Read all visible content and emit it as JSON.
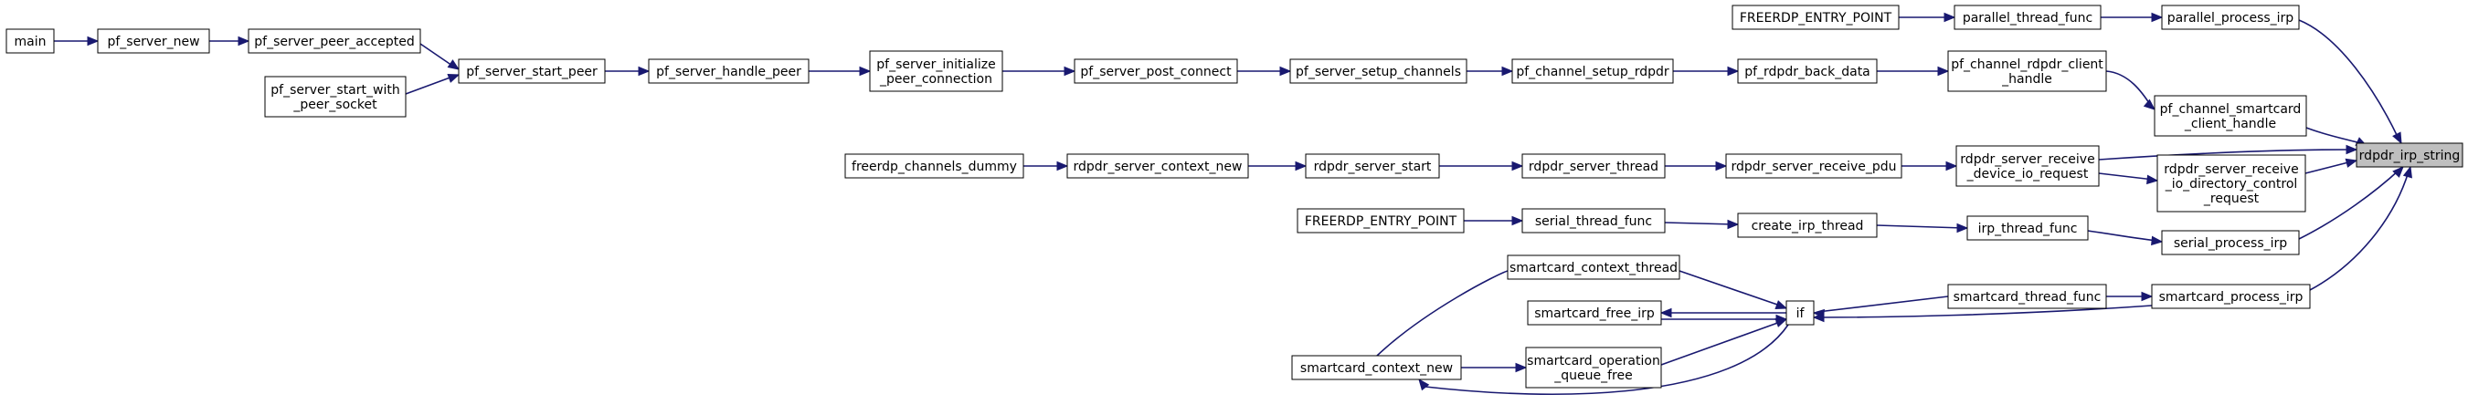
{
  "colors": {
    "edge": "#191970",
    "node_border": "#000000",
    "node_fill": "#ffffff",
    "highlight_fill": "#bfbfbf"
  },
  "nodes": {
    "main": [
      "main"
    ],
    "pf_server_new": [
      "pf_server_new"
    ],
    "pf_server_peer_accepted": [
      "pf_server_peer_accepted"
    ],
    "pf_server_start_with_peer_socket": [
      "pf_server_start_with",
      "_peer_socket"
    ],
    "pf_server_start_peer": [
      "pf_server_start_peer"
    ],
    "pf_server_handle_peer": [
      "pf_server_handle_peer"
    ],
    "pf_server_initialize_peer_connection": [
      "pf_server_initialize",
      "_peer_connection"
    ],
    "pf_server_post_connect": [
      "pf_server_post_connect"
    ],
    "pf_server_setup_channels": [
      "pf_server_setup_channels"
    ],
    "pf_channel_setup_rdpdr": [
      "pf_channel_setup_rdpdr"
    ],
    "pf_rdpdr_back_data": [
      "pf_rdpdr_back_data"
    ],
    "pf_channel_rdpdr_client_handle": [
      "pf_channel_rdpdr_client",
      "_handle"
    ],
    "pf_channel_smartcard_client_handle": [
      "pf_channel_smartcard",
      "_client_handle"
    ],
    "freerdp_entry_point_1": [
      "FREERDP_ENTRY_POINT"
    ],
    "parallel_thread_func": [
      "parallel_thread_func"
    ],
    "parallel_process_irp": [
      "parallel_process_irp"
    ],
    "rdpdr_irp_string": [
      "rdpdr_irp_string"
    ],
    "freerdp_channels_dummy": [
      "freerdp_channels_dummy"
    ],
    "rdpdr_server_context_new": [
      "rdpdr_server_context_new"
    ],
    "rdpdr_server_start": [
      "rdpdr_server_start"
    ],
    "rdpdr_server_thread": [
      "rdpdr_server_thread"
    ],
    "rdpdr_server_receive_pdu": [
      "rdpdr_server_receive_pdu"
    ],
    "rdpdr_server_receive_device_io_request": [
      "rdpdr_server_receive",
      "_device_io_request"
    ],
    "rdpdr_server_receive_io_directory_control_request": [
      "rdpdr_server_receive",
      "_io_directory_control",
      "_request"
    ],
    "freerdp_entry_point_2": [
      "FREERDP_ENTRY_POINT"
    ],
    "serial_thread_func": [
      "serial_thread_func"
    ],
    "create_irp_thread": [
      "create_irp_thread"
    ],
    "irp_thread_func": [
      "irp_thread_func"
    ],
    "serial_process_irp": [
      "serial_process_irp"
    ],
    "smartcard_context_thread": [
      "smartcard_context_thread"
    ],
    "smartcard_free_irp": [
      "smartcard_free_irp"
    ],
    "smartcard_operation_queue_free": [
      "smartcard_operation",
      "_queue_free"
    ],
    "smartcard_context_new": [
      "smartcard_context_new"
    ],
    "if": [
      "if"
    ],
    "smartcard_thread_func": [
      "smartcard_thread_func"
    ],
    "smartcard_process_irp": [
      "smartcard_process_irp"
    ]
  }
}
